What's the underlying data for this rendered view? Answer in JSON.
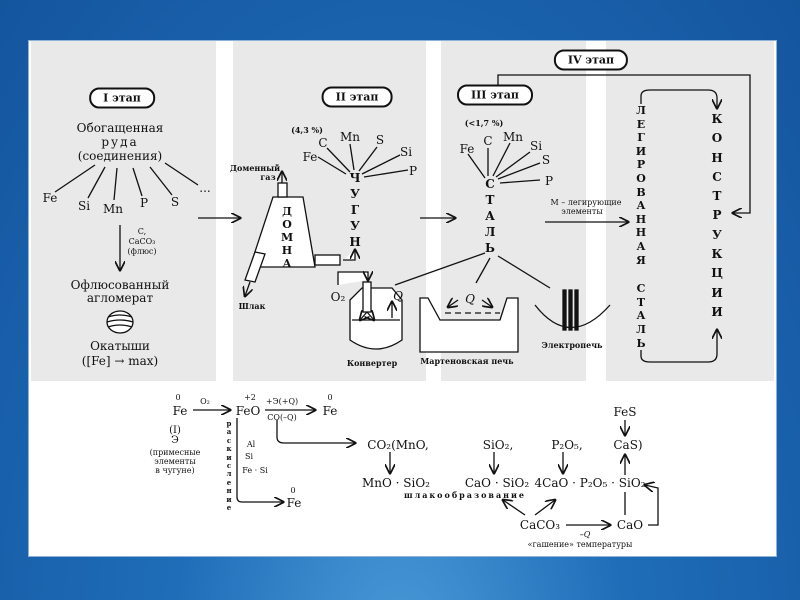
{
  "stage1": {
    "label": "I этап",
    "ore": [
      "Обогащенная",
      "руда",
      "(соединения)"
    ],
    "elements": [
      "Fe",
      "Si",
      "Mn",
      "P",
      "S",
      "..."
    ],
    "reagents": [
      "C,",
      "CaCO₃",
      "(флюс)"
    ],
    "product": [
      "Офлюсованный",
      "агломерат"
    ],
    "pellets": "Окатыши",
    "pellets_note": "([Fe] → max)"
  },
  "stage2": {
    "label": "II этап",
    "percent": "(4,3 %)",
    "elements": [
      "Fe",
      "C",
      "Mn",
      "S",
      "Si",
      "P"
    ],
    "gas": [
      "Доменный",
      "газ"
    ],
    "furnace": "ДОМНА",
    "cast_iron": "ЧУГУН",
    "slag": "Шлак",
    "oxygen": "O₂",
    "heat": "Q",
    "converter": "Конвертер"
  },
  "stage3": {
    "label": "III этап",
    "percent": "(<1,7 %)",
    "elements": [
      "Fe",
      "C",
      "Mn",
      "Si",
      "S",
      "P"
    ],
    "steel": "СТАЛЬ",
    "open_hearth": "Мартеновская печь",
    "heat": "Q",
    "electric": "Электропечь",
    "alloying": [
      "М – легирующие",
      "элементы"
    ]
  },
  "stage4": {
    "label": "IV этап",
    "alloy_steel": [
      "ЛЕГИРОВАННАЯ",
      "СТАЛЬ"
    ],
    "constructions": "КОНСТРУКЦИИ"
  },
  "reactions": {
    "fe0": "Fe",
    "ox0": "0",
    "o2": "O₂",
    "feo": "FeO",
    "ox2": "+2",
    "red_top": "+Э(+Q)",
    "red_bot": "CO(–Q)",
    "fe1": "Fe",
    "ox1": "0",
    "impurity": "(I)\nЭ",
    "impurity_note": [
      "(примесные",
      "элементы",
      "в чугуне)"
    ],
    "deox": "раскисление",
    "deox_agents": [
      "Al",
      "Si",
      "Fe · Si"
    ],
    "fe2": "Fe",
    "ox3": "0",
    "co2": "CO₂(MnO,",
    "sio2": "SiO₂,",
    "p2o5": "P₂O₅,",
    "cas": "CaS)",
    "fes": "FeS",
    "mnosio2": "MnO · SiO₂",
    "caosio2": "CaO · SiO₂",
    "complex": "4CaO · P₂O₅ · SiO₂",
    "slag_formation": "шлакообразование",
    "caco3": "CaCO₃",
    "minus_q": "–Q",
    "cao": "CaO",
    "note": "«гашение» температуры"
  }
}
